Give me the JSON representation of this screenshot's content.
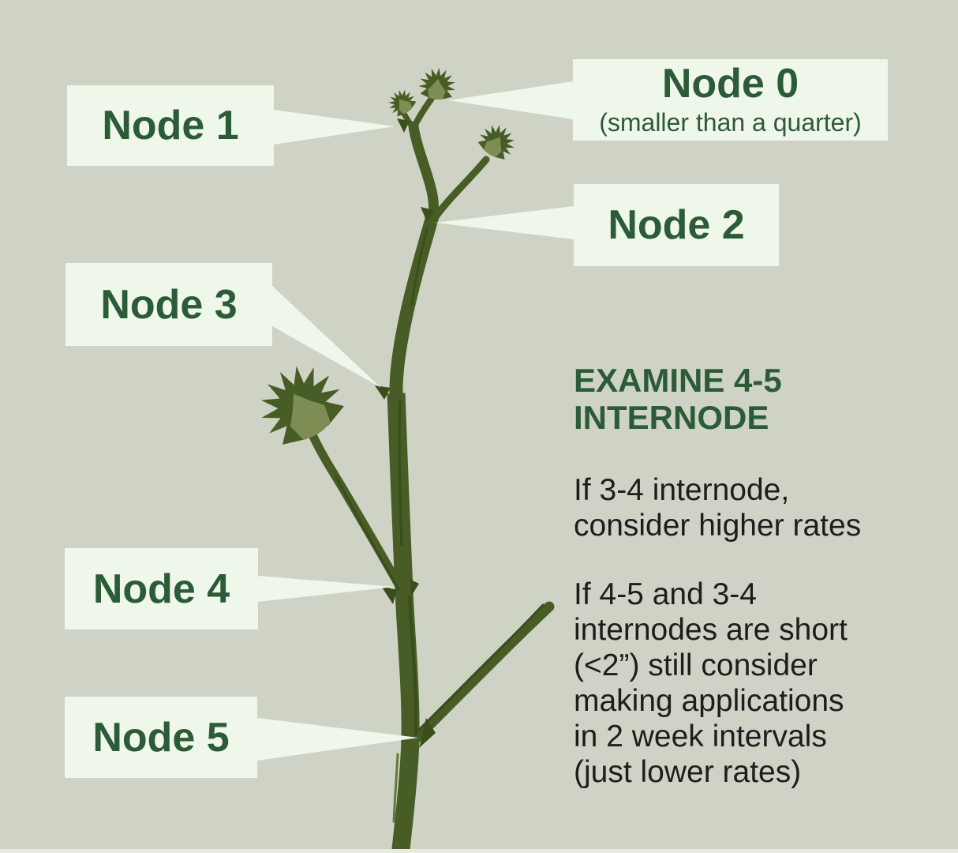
{
  "colors": {
    "background": "#ced3c6",
    "callout_bg": "#eff6ea",
    "label_green": "#2c5b38",
    "body_text": "#1d1e1c",
    "stem_green": "#485c26",
    "stem_shadow": "#3a4e1c",
    "bud_center_green": "#7d8d54",
    "footer_strip": "#e7ebdf"
  },
  "illustration": {
    "name": "alfalfa-stem-illustration"
  },
  "callouts": [
    {
      "id": "node-1",
      "label": "Node 1"
    },
    {
      "id": "node-0",
      "label": "Node 0",
      "sublabel": "(smaller than a quarter)"
    },
    {
      "id": "node-2",
      "label": "Node 2"
    },
    {
      "id": "node-3",
      "label": "Node 3"
    },
    {
      "id": "node-4",
      "label": "Node 4"
    },
    {
      "id": "node-5",
      "label": "Node 5"
    }
  ],
  "info_panel": {
    "heading": "EXAMINE 4-5\nINTERNODE",
    "paragraphs": [
      "If 3-4 internode,\nconsider higher rates",
      "If 4-5 and 3-4\ninternodes are short\n(<2”) still consider\nmaking applications\nin 2 week intervals\n(just lower rates)"
    ]
  }
}
